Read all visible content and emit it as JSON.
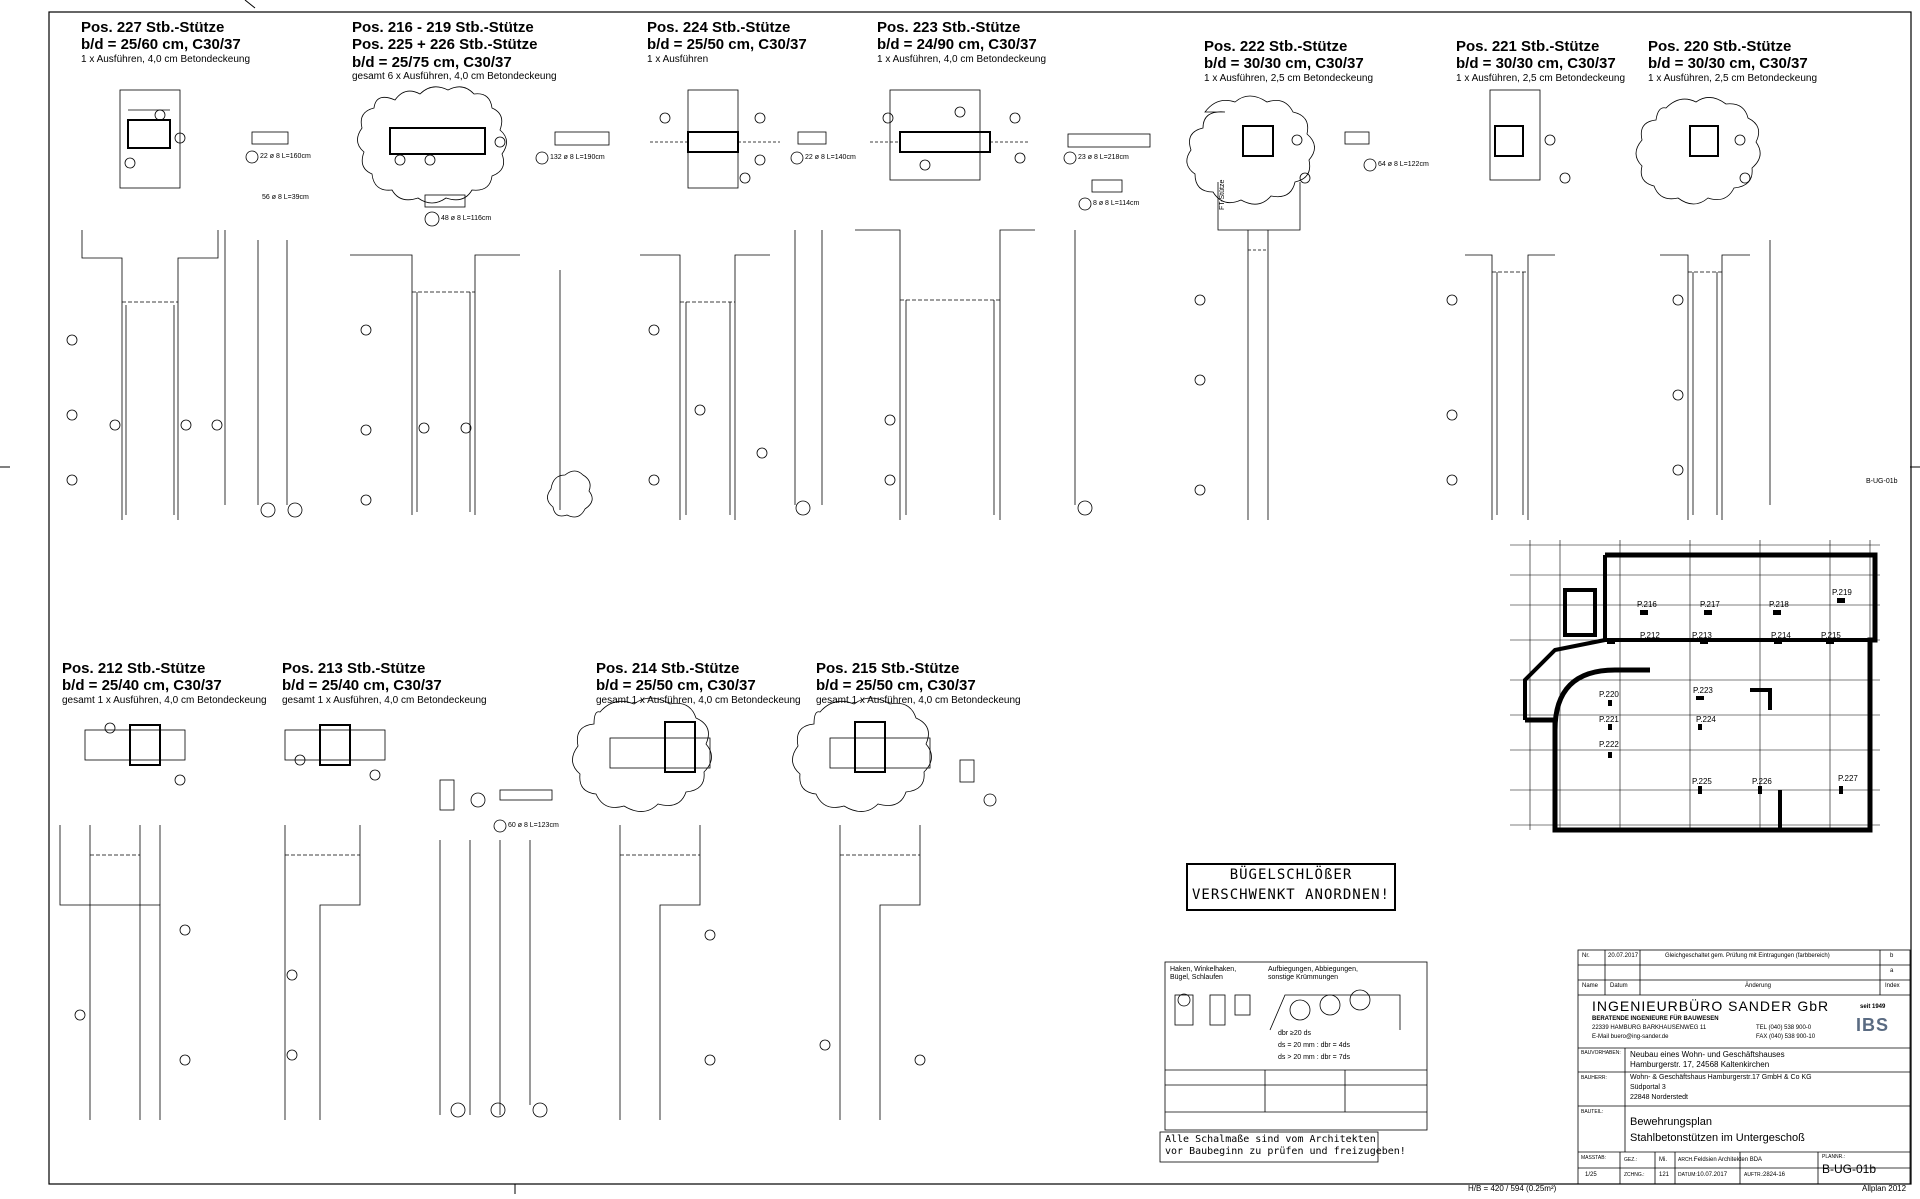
{
  "columns_top": [
    {
      "pos": "Pos. 227 Stb.-Stütze",
      "dims": "b/d = 25/60 cm,   C30/37",
      "note": "1 x Ausführen,   4,0 cm Betondeckeung"
    },
    {
      "pos": "Pos. 216 - 219 Stb.-Stütze",
      "pos2": "Pos.  225 + 226 Stb.-Stütze",
      "dims": "b/d = 25/75 cm,   C30/37",
      "note": "gesamt  6 x Ausführen,   4,0 cm Betondeckeung"
    },
    {
      "pos": "Pos. 224 Stb.-Stütze",
      "dims": "b/d = 25/50 cm,   C30/37",
      "note": "1 x Ausführen"
    },
    {
      "pos": "Pos. 223 Stb.-Stütze",
      "dims": "b/d = 24/90 cm,   C30/37",
      "note": "1 x Ausführen,   4,0 cm Betondeckeung"
    },
    {
      "pos": "Pos. 222 Stb.-Stütze",
      "dims": "b/d = 30/30 cm,   C30/37",
      "note": "1 x Ausführen,   2,5 cm Betondeckeung"
    },
    {
      "pos": "Pos. 221 Stb.-Stütze",
      "dims": "b/d = 30/30 cm,   C30/37",
      "note": "1 x Ausführen,   2,5 cm Betondeckeung"
    },
    {
      "pos": "Pos. 220 Stb.-Stütze",
      "dims": "b/d = 30/30 cm,   C30/37",
      "note": "1 x Ausführen,   2,5 cm Betondeckeung"
    }
  ],
  "columns_bottom": [
    {
      "pos": "Pos. 212 Stb.-Stütze",
      "dims": "b/d = 25/40 cm,   C30/37",
      "note": "gesamt  1 x Ausführen,   4,0 cm Betondeckeung"
    },
    {
      "pos": "Pos. 213 Stb.-Stütze",
      "dims": "b/d = 25/40 cm,   C30/37",
      "note": "gesamt  1 x Ausführen,   4,0 cm Betondeckeung"
    },
    {
      "pos": "Pos. 214 Stb.-Stütze",
      "dims": "b/d = 25/50 cm,   C30/37",
      "note": "gesamt  1 x Ausführen,   4,0 cm Betondeckeung"
    },
    {
      "pos": "Pos. 215 Stb.-Stütze",
      "dims": "b/d = 25/50 cm,   C30/37",
      "note": "gesamt  1 x Ausführen,   4,0 cm Betondeckeung"
    }
  ],
  "bar_labels": {
    "b1": "22 ø 8 L=160cm",
    "b4": "56 ø 8 L=39cm",
    "b5": "48 ø 8 L=116cm",
    "b6": "132 ø 8 L=190cm",
    "b8": "22 ø 8 L=140cm",
    "b10": "23 ø 8 L=218cm",
    "b11": "8 ø 8 L=114cm",
    "b13": "64 ø 8 L=122cm",
    "b18": "60 ø 8 L=123cm",
    "ft": "FT-Stütze"
  },
  "plan_labels": [
    "P.216",
    "P.217",
    "P.218",
    "P.219",
    "P.212",
    "P.213",
    "P.214",
    "P.215",
    "P.220",
    "P.223",
    "P.221",
    "P.224",
    "P.222",
    "P.225",
    "P.226",
    "P.227"
  ],
  "plan_code": "B-UG-01b",
  "notice_box": {
    "line1": "BÜGELSCHLÖßER",
    "line2": "VERSCHWENKT ANORDNEN!"
  },
  "legend": {
    "header_left": "Haken, Winkelhaken,\nBügel, Schlaufen",
    "header_right": "Aufbiegungen, Abbiegungen,\nsonstige Krümmungen",
    "formula1": "dbr ≥20 ds",
    "formula2": "ds = 20 mm : dbr = 4ds",
    "formula3": "ds > 20 mm : dbr = 7ds",
    "footer": "Alle Schalmaße sind vom Architekten\nvor Baubeginn zu prüfen und freizugeben!"
  },
  "title_block": {
    "rev_no": "Nr.",
    "rev_date": "20.07.2017",
    "rev_text": "Gleichgeschaltet gem. Prüfung mit Eintragungen (farbbereich)",
    "rev_idx_b": "b",
    "rev_idx_a": "a",
    "col_name": "Name",
    "col_date": "Datum",
    "col_change": "Änderung",
    "col_index": "Index",
    "firm": "INGENIEURBÜRO SANDER GbR",
    "firm_sub": "BERATENDE INGENIEURE FÜR BAUWESEN",
    "firm_addr": "22339 HAMBURG BARKHAUSENWEG 11",
    "firm_mail": "E-Mail buero@ing-sander.de",
    "firm_tel": "TEL (040) 538 900-0",
    "firm_fax": "FAX (040) 538 900-10",
    "seit": "seit 1949",
    "logo": "IBS",
    "bv_label": "BAUVORHABEN:",
    "bv_1": "Neubau eines Wohn- und Geschäftshauses",
    "bv_2": "Hamburgerstr. 17, 24568 Kaltenkirchen",
    "bh_label": "BAUHERR:",
    "bh_1": "Wohn- & Geschäftshaus Hamburgerstr.17 GmbH & Co KG",
    "bh_2": "Südportal 3",
    "bh_3": "22848 Norderstedt",
    "bt_label": "BAUTEIL:",
    "bt_1": "Bewehrungsplan",
    "bt_2": "Stahlbetonstützen im Untergeschoß",
    "massstab_label": "MASSTAB:",
    "massstab": "1/25",
    "gez_label": "GEZ.:",
    "gez": "Mi.",
    "arch_label": "ARCH.:",
    "arch": "Feldsien Architekten BDA",
    "plannr_label": "PLANNR.:",
    "plannr": "B-UG-01b",
    "zchng_label": "ZCHNG.:",
    "zchng": "121",
    "datum_label": "DATUM:",
    "datum": "10.07.2017",
    "auftr_label": "AUFTR.:",
    "auftr": "2824-16"
  },
  "footer": {
    "format": "H/B = 420 / 594 (0.25m²)",
    "software": "Allplan 2012"
  }
}
